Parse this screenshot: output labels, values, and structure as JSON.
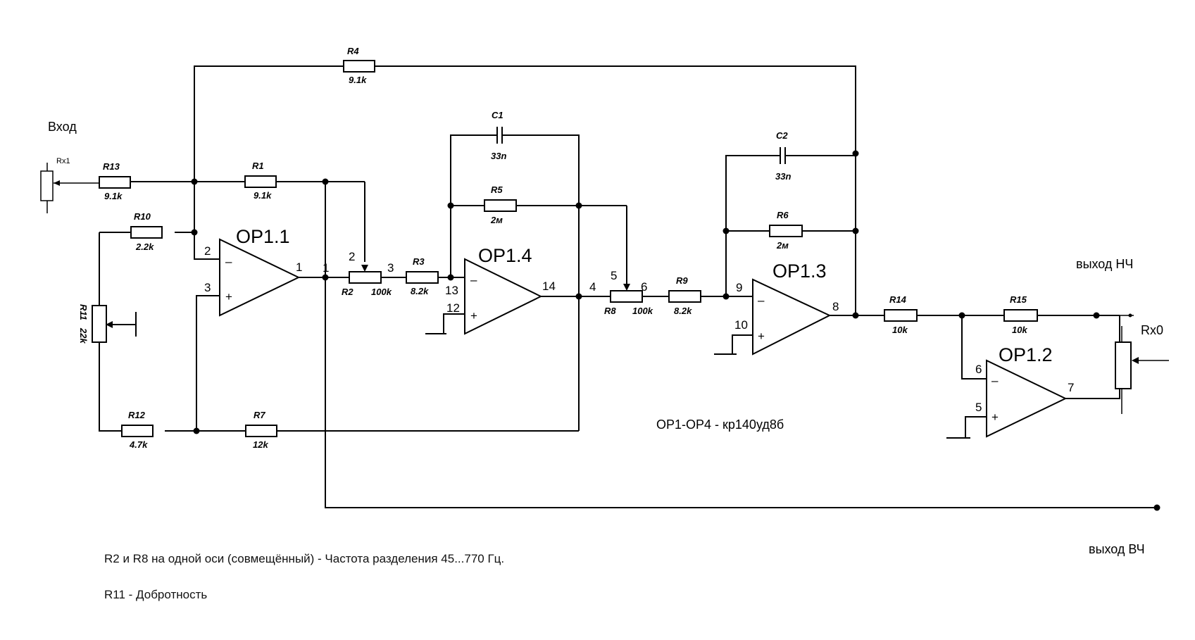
{
  "labels": {
    "input": "Вход",
    "out_lf": "выход НЧ",
    "out_hf": "выход ВЧ",
    "opamp_note": "OP1-OP4 - кр140уд8б",
    "note_line1": "R2 и R8 на одной оси (совмещённый)  -  Частота разделения  45...770 Гц.",
    "note_line2": "R11  -  Добротность"
  },
  "opamps": {
    "op11": {
      "name": "OP1.1",
      "pin_inv": "2",
      "pin_noninv": "3",
      "pin_out": "1"
    },
    "op14": {
      "name": "OP1.4",
      "pin_inv": "13",
      "pin_noninv": "12",
      "pin_out": "14"
    },
    "op13": {
      "name": "OP1.3",
      "pin_inv": "9",
      "pin_noninv": "10",
      "pin_out": "8"
    },
    "op12": {
      "name": "OP1.2",
      "pin_inv": "6",
      "pin_noninv": "5",
      "pin_out": "7"
    }
  },
  "components": {
    "rx1": {
      "name": "Rx1"
    },
    "rx0": {
      "name": "Rx0"
    },
    "r1": {
      "name": "R1",
      "value": "9.1k"
    },
    "r2": {
      "name": "R2",
      "value": "100k",
      "pin_a": "1",
      "pin_w": "2",
      "pin_b": "3"
    },
    "r3": {
      "name": "R3",
      "value": "8.2k"
    },
    "r4": {
      "name": "R4",
      "value": "9.1k"
    },
    "r5": {
      "name": "R5",
      "value": "2м"
    },
    "r6": {
      "name": "R6",
      "value": "2м"
    },
    "r7": {
      "name": "R7",
      "value": "12k"
    },
    "r8": {
      "name": "R8",
      "value": "100k",
      "pin_a": "4",
      "pin_w": "5",
      "pin_b": "6"
    },
    "r9": {
      "name": "R9",
      "value": "8.2k"
    },
    "r10": {
      "name": "R10",
      "value": "2.2k"
    },
    "r11": {
      "name": "R11",
      "value": "22k"
    },
    "r12": {
      "name": "R12",
      "value": "4.7k"
    },
    "r13": {
      "name": "R13",
      "value": "9.1k"
    },
    "r14": {
      "name": "R14",
      "value": "10k"
    },
    "r15": {
      "name": "R15",
      "value": "10k"
    },
    "c1": {
      "name": "C1",
      "value": "33n"
    },
    "c2": {
      "name": "C2",
      "value": "33n"
    }
  },
  "signs": {
    "minus": "–",
    "plus": "+"
  }
}
